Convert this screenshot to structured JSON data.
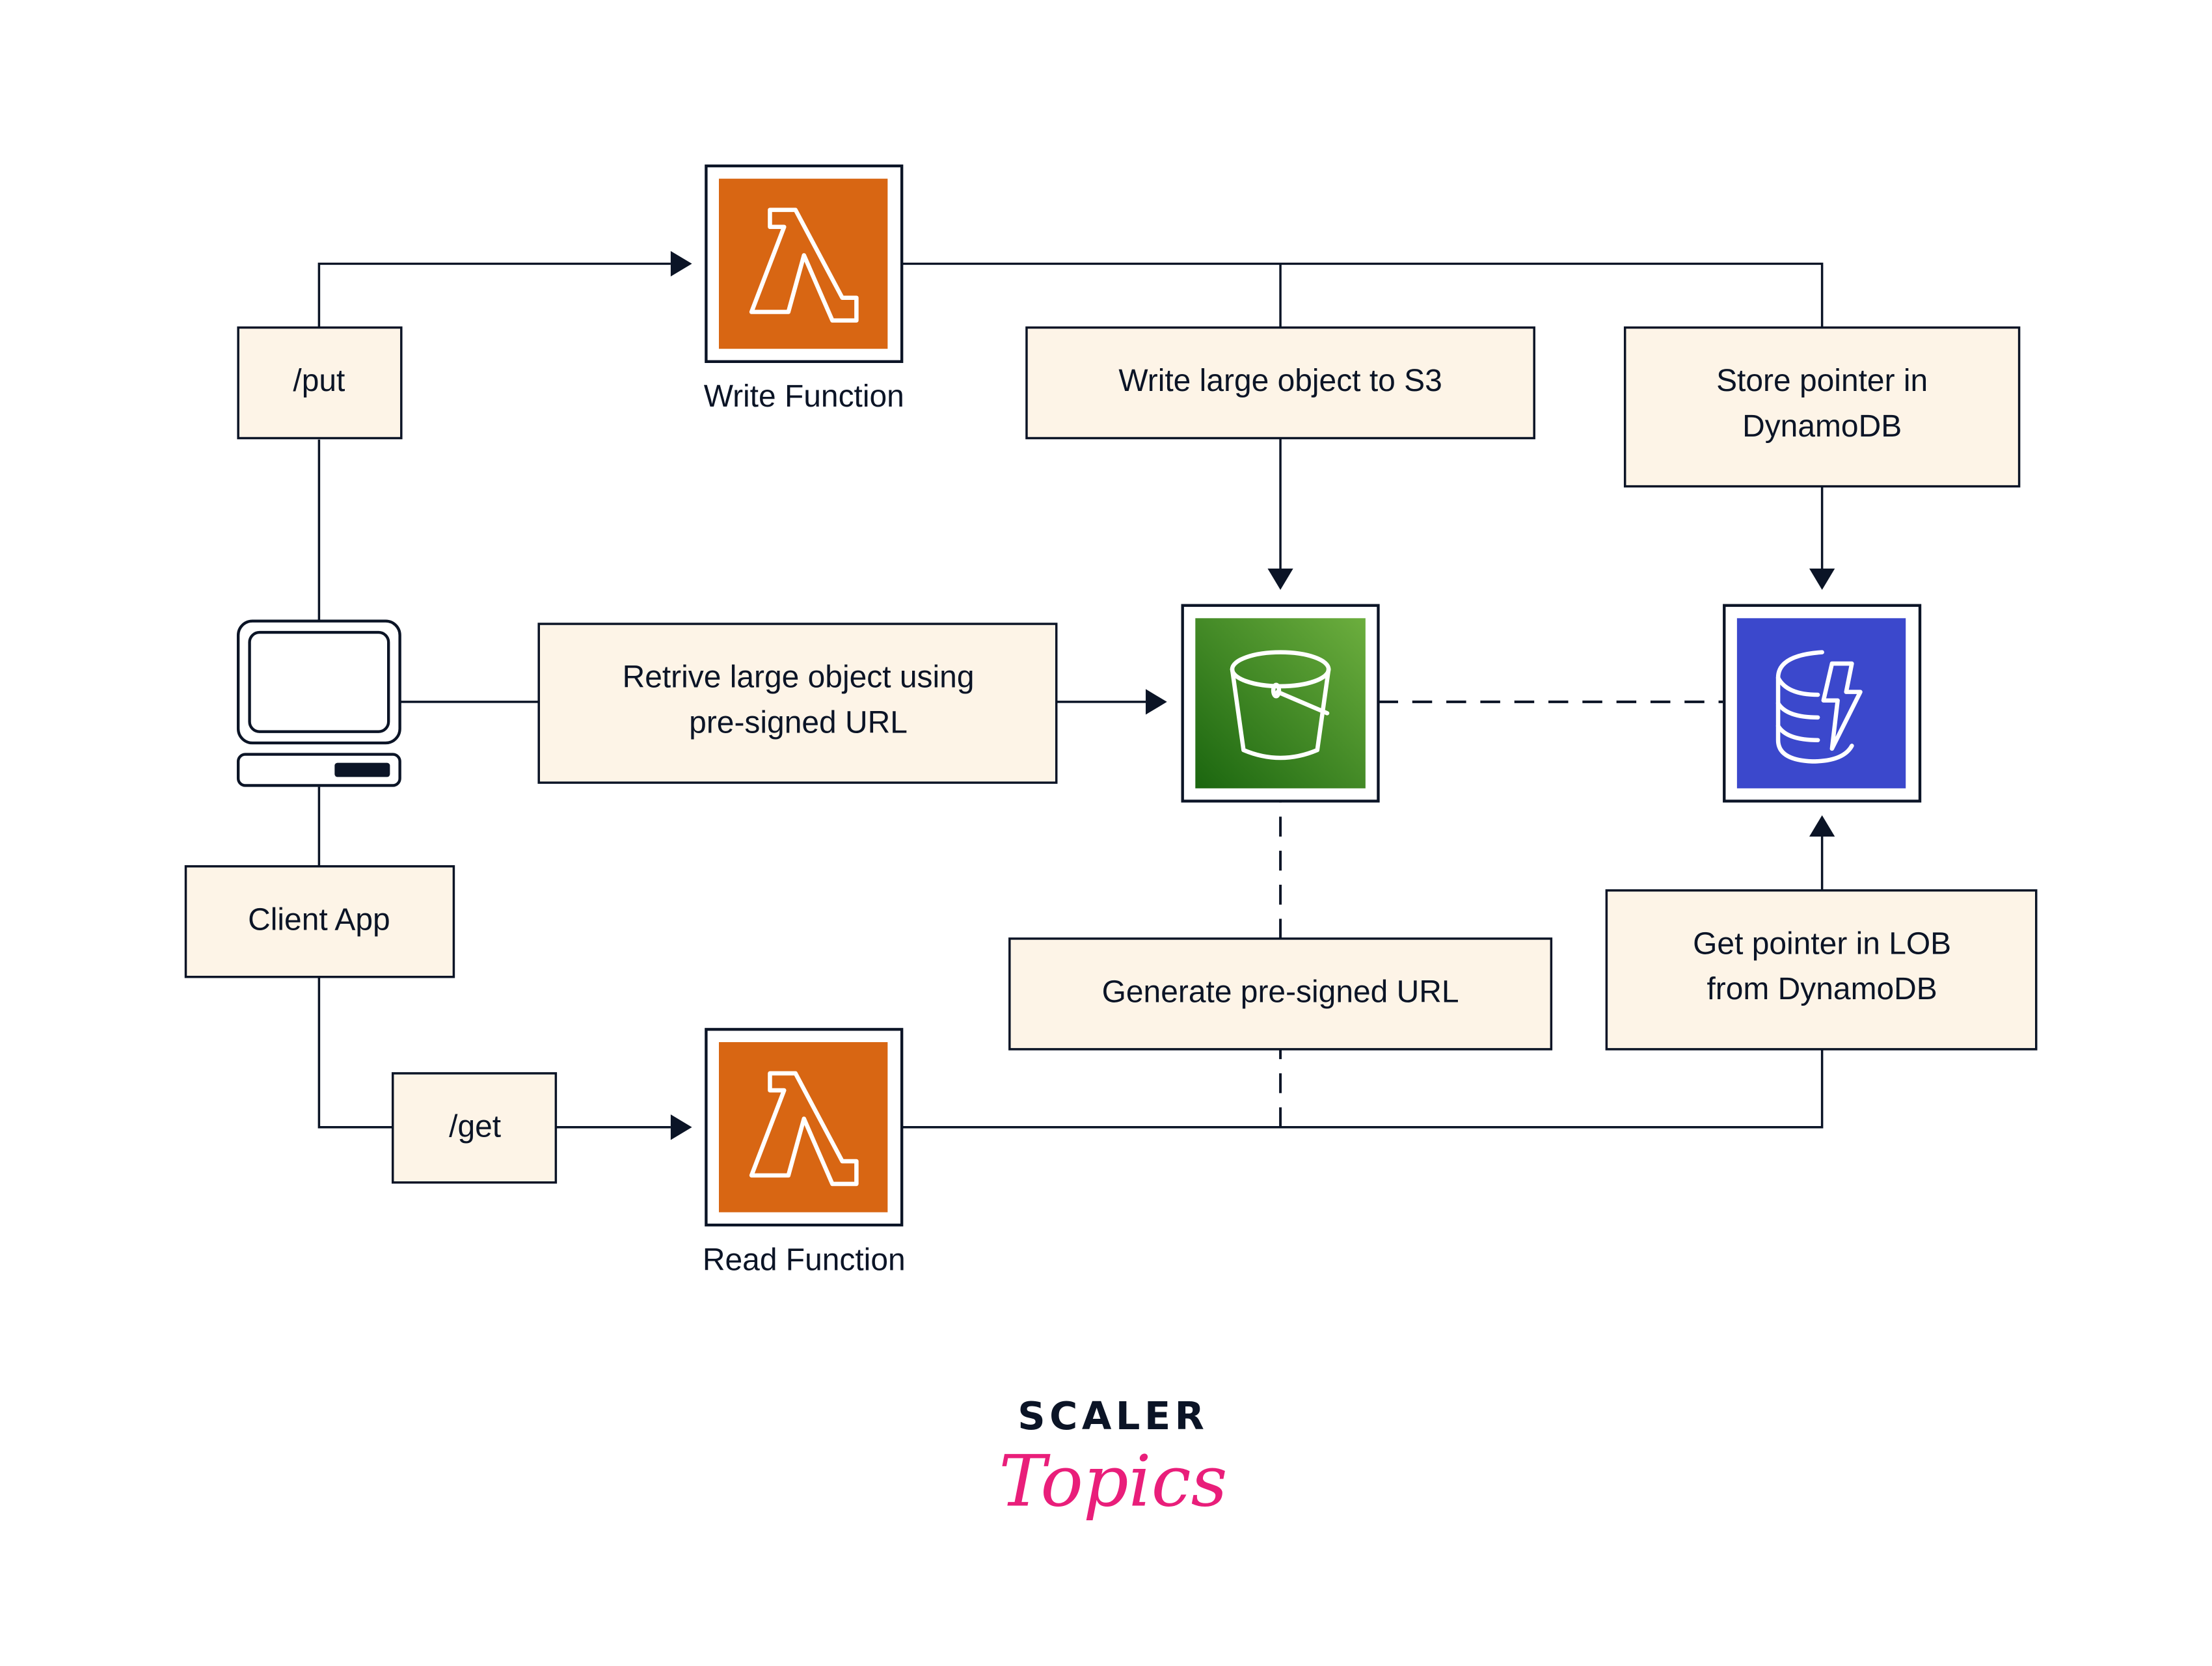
{
  "diagram": {
    "nodes": {
      "write_function": {
        "label": "Write Function",
        "service": "AWS Lambda",
        "icon": "lambda-icon",
        "color": "#d86613"
      },
      "read_function": {
        "label": "Read Function",
        "service": "AWS Lambda",
        "icon": "lambda-icon",
        "color": "#d86613"
      },
      "s3": {
        "service": "Amazon S3",
        "icon": "s3-bucket-icon",
        "color": "#3f8624"
      },
      "dynamodb": {
        "service": "Amazon DynamoDB",
        "icon": "dynamodb-icon",
        "color": "#3b48cc"
      },
      "client": {
        "icon": "computer-icon"
      }
    },
    "labels": {
      "put": "/put",
      "get": "/get",
      "client_app": "Client App",
      "write_s3": "Write large object to S3",
      "store_pointer_1": "Store pointer in",
      "store_pointer_2": "DynamoDB",
      "retrieve_1": "Retrive large object using",
      "retrieve_2": "pre-signed URL",
      "generate_url": "Generate pre-signed URL",
      "get_pointer_1": "Get pointer in LOB",
      "get_pointer_2": "from DynamoDB"
    },
    "edges": [
      {
        "from": "client",
        "to": "write_function",
        "label": "/put",
        "style": "solid"
      },
      {
        "from": "write_function",
        "to": "s3",
        "label": "Write large object to S3",
        "style": "solid"
      },
      {
        "from": "write_function",
        "to": "dynamodb",
        "label": "Store pointer in DynamoDB",
        "style": "solid"
      },
      {
        "from": "client",
        "to": "s3",
        "label": "Retrive large object using pre-signed URL",
        "style": "solid"
      },
      {
        "from": "s3",
        "to": "dynamodb",
        "label": "",
        "style": "dashed"
      },
      {
        "from": "client",
        "to": "read_function",
        "label": "/get",
        "style": "solid"
      },
      {
        "from": "read_function",
        "to": "s3",
        "label": "Generate pre-signed URL",
        "style": "dashed"
      },
      {
        "from": "read_function",
        "to": "dynamodb",
        "label": "Get pointer in LOB from DynamoDB",
        "style": "solid"
      }
    ]
  },
  "brand": {
    "line1": "SCALER",
    "line2": "Topics",
    "color_dark": "#0b1426",
    "color_accent": "#e91e7a"
  }
}
